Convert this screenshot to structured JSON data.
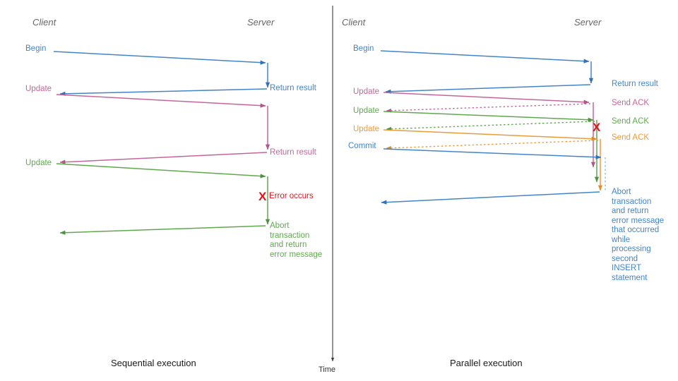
{
  "colors": {
    "blue": "#4285c8",
    "blue_dark": "#3372b8",
    "pink": "#c4669b",
    "green": "#60a84e",
    "green_light": "#85c46e",
    "orange": "#eb9b3a",
    "red": "#e8111c",
    "axis": "#3a3a3a",
    "header_gray": "#666666",
    "caption": "#1a1a1a"
  },
  "left_panel": {
    "caption": "Sequential execution",
    "client_header": "Client",
    "server_header": "Server",
    "client_labels": [
      {
        "text": "Begin",
        "color": "#4285c8"
      },
      {
        "text": "Update",
        "color": "#c4669b"
      },
      {
        "text": "Update",
        "color": "#60a84e"
      }
    ],
    "server_labels": [
      {
        "text": "Return result",
        "color": "#4285c8"
      },
      {
        "text": "Return result",
        "color": "#c4669b"
      },
      {
        "text": "Error occurs",
        "color": "#e8111c"
      },
      {
        "text": "Abort\ntransaction\nand return\nerror message",
        "color": "#60a84e"
      }
    ],
    "error_marker": "X"
  },
  "right_panel": {
    "caption": "Parallel execution",
    "client_header": "Client",
    "server_header": "Server",
    "client_labels": [
      {
        "text": "Begin",
        "color": "#4285c8"
      },
      {
        "text": "Update",
        "color": "#c4669b"
      },
      {
        "text": "Update",
        "color": "#60a84e"
      },
      {
        "text": "Update",
        "color": "#eb9b3a"
      },
      {
        "text": "Commit",
        "color": "#4285c8"
      }
    ],
    "server_labels": [
      {
        "text": "Return result",
        "color": "#4285c8"
      },
      {
        "text": "Send ACK",
        "color": "#c4669b"
      },
      {
        "text": "Send ACK",
        "color": "#60a84e"
      },
      {
        "text": "Send ACK",
        "color": "#eb9b3a"
      },
      {
        "text": "Abort\ntransaction\nand return\nerror message\nthat occurred\nwhile\nprocessing\nsecond\nINSERT\nstatement",
        "color": "#4285c8"
      }
    ],
    "error_marker": "X"
  },
  "time_axis": {
    "label": "Time"
  }
}
